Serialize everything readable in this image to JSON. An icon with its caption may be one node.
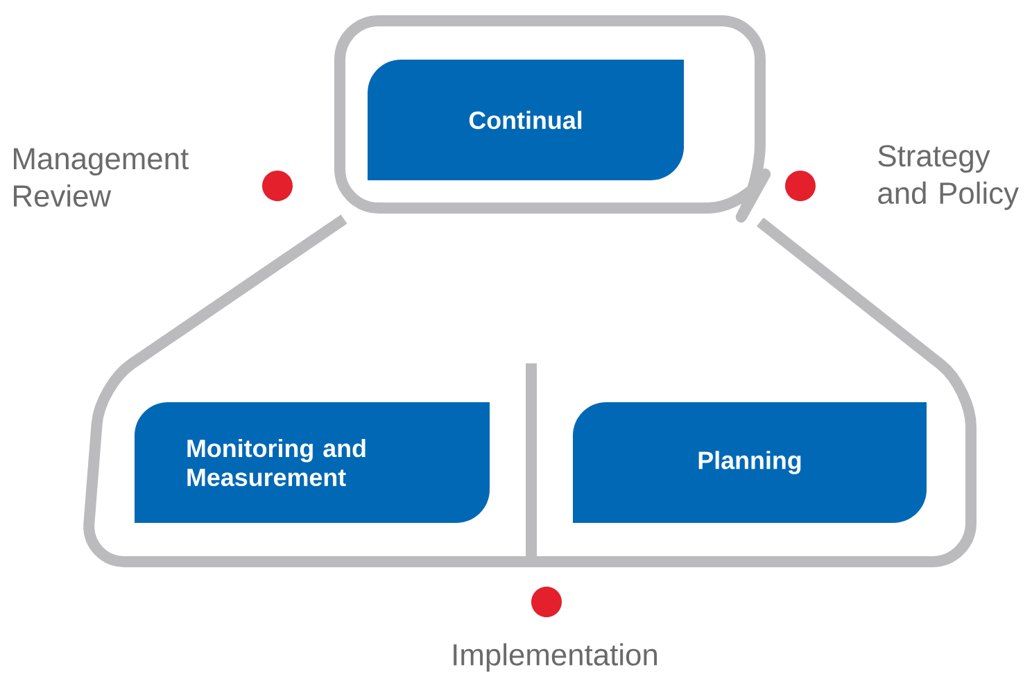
{
  "diagram": {
    "nodes": [
      {
        "text": [
          "Continual"
        ]
      },
      {
        "text": [
          "Monitoring and Measurement"
        ]
      },
      {
        "text": [
          "Planning"
        ]
      }
    ],
    "labels": [
      "Management Review",
      "Strategy and Policy",
      "Implementation"
    ]
  }
}
